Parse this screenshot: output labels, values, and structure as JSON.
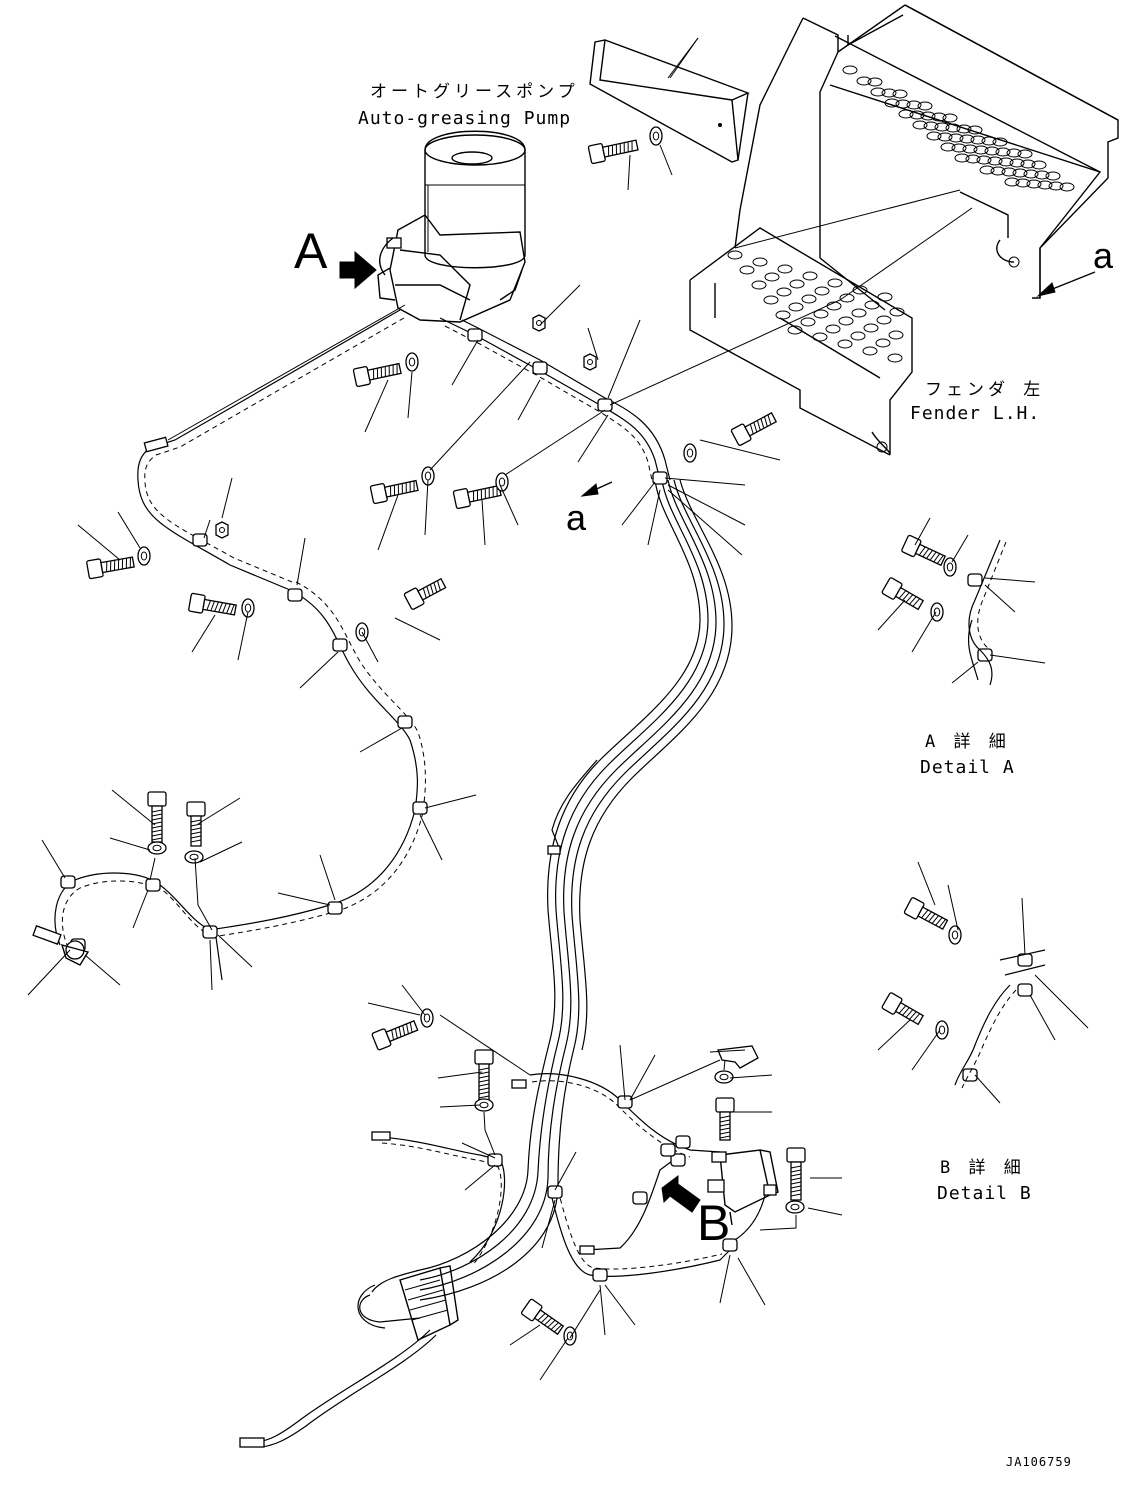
{
  "labels": {
    "pump_jp": "オートグリースポンプ",
    "pump_en": "Auto-greasing Pump",
    "fender_jp": "フェンダ 左",
    "fender_en": "Fender L.H.",
    "detail_a_jp": "A 詳 細",
    "detail_a_en": "Detail A",
    "detail_b_jp": "B 詳 細",
    "detail_b_en": "Detail B",
    "marker_a": "A",
    "marker_b": "B",
    "section_a": "a",
    "drawing_number": "JA106759"
  },
  "colors": {
    "line": "#000000",
    "background": "#ffffff"
  }
}
